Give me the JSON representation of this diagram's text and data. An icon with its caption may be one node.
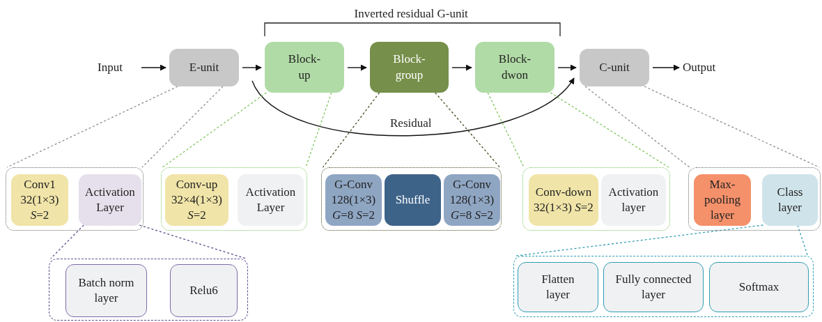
{
  "diagram": {
    "nodes": [
      {
        "text": [
          "Input"
        ]
      },
      {
        "text": [
          "E-unit"
        ]
      },
      {
        "text": [
          "Block-up"
        ]
      },
      {
        "text": [
          "Block-group"
        ]
      },
      {
        "text": [
          "Block-dwon"
        ]
      },
      {
        "text": [
          "C-unit"
        ]
      },
      {
        "text": [
          "Output"
        ]
      },
      {
        "text": [],
        "shape": "box"
      },
      {
        "text": [
          "Conv1 32(1×3) *S*=2"
        ],
        "in": 7
      },
      {
        "text": [
          "Activation Layer"
        ],
        "in": 7
      },
      {
        "text": [],
        "shape": "box"
      },
      {
        "text": [
          "Conv-up 32×4(1×3) *S*=2"
        ],
        "in": 10
      },
      {
        "text": [
          "Activation Layer"
        ],
        "in": 10
      },
      {
        "text": [],
        "shape": "box"
      },
      {
        "text": [
          "G-Conv 128(1×3) *G*=8 *S*=2"
        ],
        "in": 13
      },
      {
        "text": [
          "Shuffle"
        ],
        "in": 13
      },
      {
        "text": [
          "G-Conv 128(1×3) *G*=8 *S*=2"
        ],
        "in": 13
      },
      {
        "text": [],
        "shape": "box"
      },
      {
        "text": [
          "Conv-down 32(1×3) *S*=2"
        ],
        "in": 17
      },
      {
        "text": [
          "Activation layer"
        ],
        "in": 17
      },
      {
        "text": [],
        "shape": "box"
      },
      {
        "text": [
          "Max-pooling layer"
        ],
        "in": 20
      },
      {
        "text": [
          "Class layer"
        ],
        "in": 20
      },
      {
        "text": [],
        "shape": "box"
      },
      {
        "text": [
          "Batch norm layer"
        ],
        "in": 23
      },
      {
        "text": [
          "Relu6"
        ],
        "in": 23
      },
      {
        "text": [],
        "shape": "box"
      },
      {
        "text": [
          "Flatten layer"
        ],
        "in": 26
      },
      {
        "text": [
          "Fully connected layer"
        ],
        "in": 26
      },
      {
        "text": [
          "Softmax"
        ],
        "in": 26
      }
    ],
    "edges": [
      {
        "from": 0,
        "to": 1,
        "arrow": "to"
      },
      {
        "from": 1,
        "to": 2,
        "arrow": "to"
      },
      {
        "from": 2,
        "to": 3,
        "arrow": "to"
      },
      {
        "from": 3,
        "to": 4,
        "arrow": "to"
      },
      {
        "from": 4,
        "to": 5,
        "arrow": "to"
      },
      {
        "from": 5,
        "to": 6,
        "arrow": "to"
      },
      {
        "from": null,
        "to": 5,
        "arrow": "to",
        "label": "Residual"
      },
      {
        "from": 1,
        "to": 7,
        "arrow": "none",
        "style": "dashed",
        "color": "#8c8c8c"
      },
      {
        "from": 1,
        "to": 7,
        "arrow": "none",
        "style": "dashed",
        "color": "#8c8c8c"
      },
      {
        "from": 2,
        "to": 10,
        "arrow": "none",
        "style": "dashed",
        "color": "#7cc55a"
      },
      {
        "from": 2,
        "to": 10,
        "arrow": "none",
        "style": "dashed",
        "color": "#7cc55a"
      },
      {
        "from": 3,
        "to": 13,
        "arrow": "none",
        "style": "dashed",
        "color": "#4a4a22"
      },
      {
        "from": 3,
        "to": 13,
        "arrow": "none",
        "style": "dashed",
        "color": "#4a4a22"
      },
      {
        "from": 4,
        "to": 17,
        "arrow": "none",
        "style": "dashed",
        "color": "#7cc55a"
      },
      {
        "from": 4,
        "to": 17,
        "arrow": "none",
        "style": "dashed",
        "color": "#7cc55a"
      },
      {
        "from": 5,
        "to": 20,
        "arrow": "none",
        "style": "dashed",
        "color": "#8c8c8c"
      },
      {
        "from": 5,
        "to": 20,
        "arrow": "none",
        "style": "dashed",
        "color": "#8c8c8c"
      },
      {
        "from": 9,
        "to": 23,
        "arrow": "none",
        "style": "dashed",
        "color": "#5e4b8c"
      },
      {
        "from": 9,
        "to": 23,
        "arrow": "none",
        "style": "dashed",
        "color": "#5e4b8c"
      },
      {
        "from": 22,
        "to": 26,
        "arrow": "none",
        "style": "dashed",
        "color": "#2f9db3"
      },
      {
        "from": 22,
        "to": 26,
        "arrow": "none",
        "style": "dashed",
        "color": "#2f9db3"
      }
    ],
    "labels": [
      "Inverted residual G-unit"
    ]
  }
}
